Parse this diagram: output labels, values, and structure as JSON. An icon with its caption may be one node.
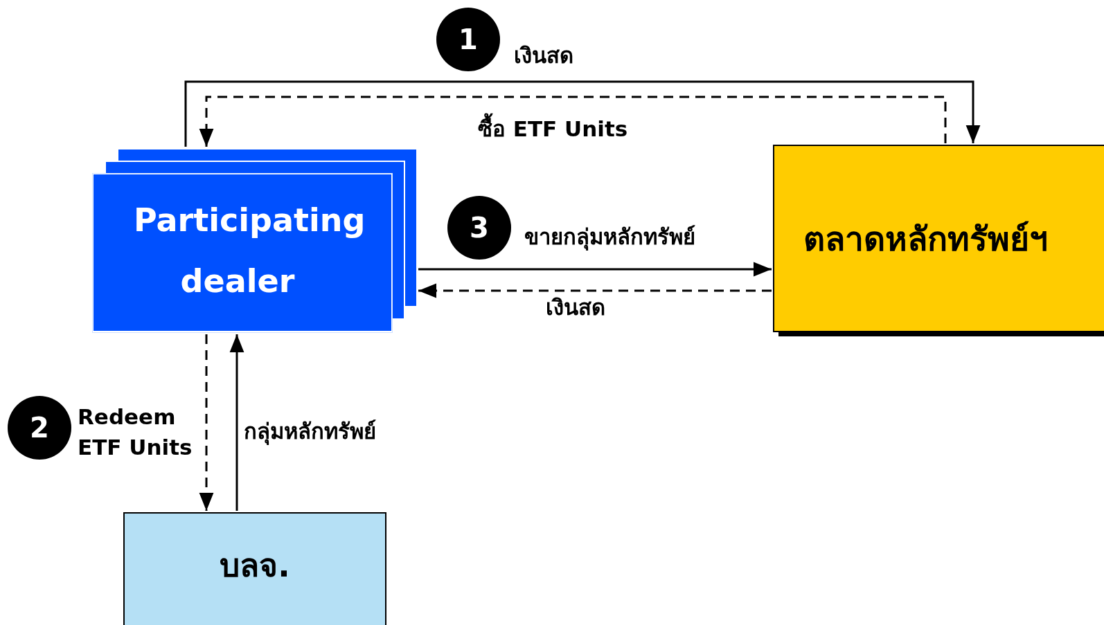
{
  "diagram": {
    "nodes": [
      {
        "text": [
          "1"
        ]
      },
      {
        "text": [
          "Participating dealer"
        ]
      },
      {
        "text": [
          "3"
        ]
      },
      {
        "text": [
          "ตลาดหลักทรัพย์ฯ"
        ]
      },
      {
        "text": [
          "2"
        ]
      },
      {
        "text": [
          "บลจ."
        ]
      }
    ],
    "edges": [
      {
        "from": 1,
        "to": 3,
        "arrow": "to",
        "label": "เงินสด"
      },
      {
        "from": 3,
        "to": 1,
        "arrow": "to",
        "style": "dashed",
        "label": "ซื้อ ETF Units"
      },
      {
        "from": 1,
        "to": 3,
        "arrow": "to",
        "label": "ขายกลุ่มหลักทรัพย์"
      },
      {
        "from": 3,
        "to": 1,
        "arrow": "to",
        "style": "dashed",
        "label": "เงินสด"
      },
      {
        "from": 1,
        "to": 5,
        "arrow": "to",
        "style": "dashed",
        "label": "Redeem ETF Units"
      },
      {
        "from": 5,
        "to": 1,
        "arrow": "to",
        "label": "กลุ่มหลักทรัพย์"
      }
    ]
  }
}
